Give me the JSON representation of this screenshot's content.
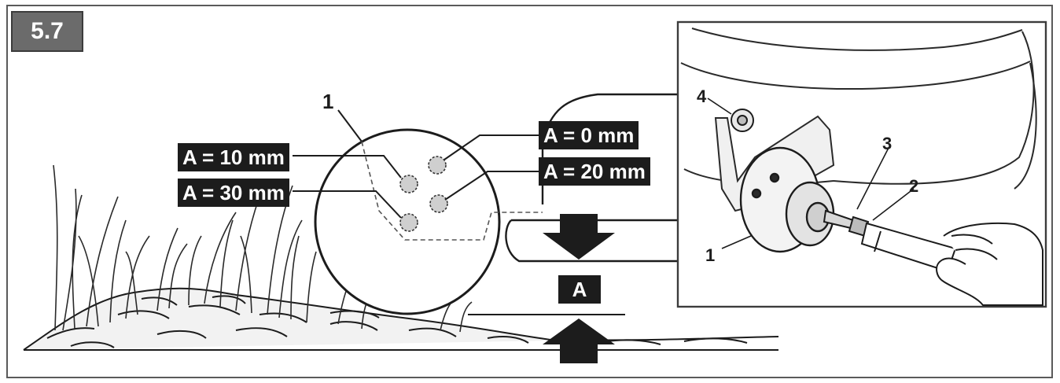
{
  "figure": {
    "step_number": "5.7",
    "height_labels": {
      "a_10": "A = 10 mm",
      "a_30": "A = 30 mm",
      "a_0": "A = 0 mm",
      "a_20": "A = 20 mm"
    },
    "dimension_label": "A",
    "main_callout": "1",
    "inset_callouts": {
      "wheel": "1",
      "bolt": "2",
      "washer": "3",
      "knob": "4"
    }
  }
}
